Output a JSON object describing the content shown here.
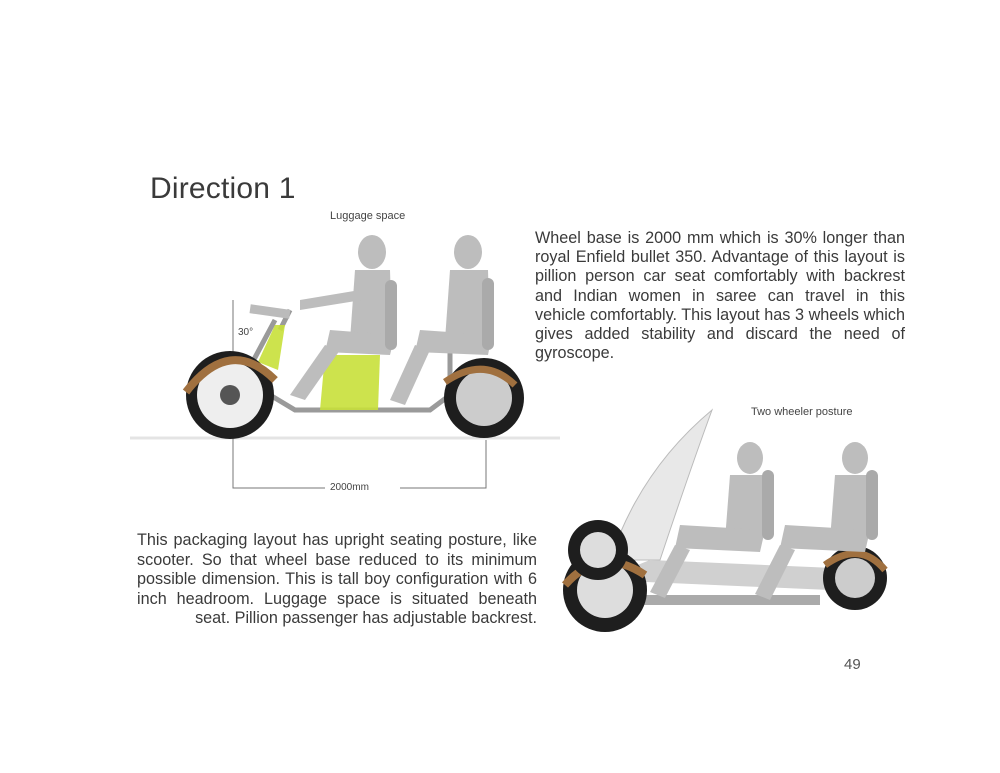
{
  "title": "Direction 1",
  "figure1": {
    "label_luggage": "Luggage space",
    "label_angle": "30°",
    "label_wheelbase": "2000mm"
  },
  "figure2": {
    "label_posture": "Two wheeler posture"
  },
  "paragraph_right": "Wheel base is 2000 mm which is 30% longer than royal Enfield bullet 350. Advantage of this layout is pillion person car seat comfortably with backrest and Indian women in saree can travel in this vehicle comfortably. This layout has 3 wheels which gives added stability and discard the need of gyroscope.",
  "paragraph_left": "This packaging layout has upright seating posture, like scooter. So that wheel base reduced to its minimum possible dimension. This is tall boy configuration with 6 inch headroom. Luggage space is situated beneath seat. Pillion passenger has adjustable backrest.",
  "page_number": "49",
  "colors": {
    "accent_green": "#c8e03a",
    "copper": "#a0703f",
    "figure_grey": "#bdbdbd"
  }
}
